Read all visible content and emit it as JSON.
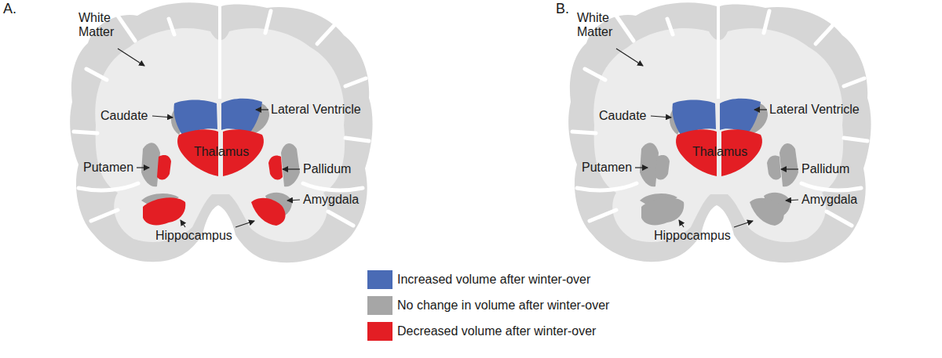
{
  "diagram": {
    "nodes": [
      {
        "text": [
          "Thalamus"
        ]
      },
      {
        "text": [
          "Thalamus"
        ]
      }
    ],
    "labels": [
      "A.",
      "White Matter",
      "Caudate",
      "Lateral Ventricle",
      "Putamen",
      "Pallidum",
      "Amygdala",
      "Hippocampus",
      "B.",
      "White Matter",
      "Caudate",
      "Lateral Ventricle",
      "Putamen",
      "Pallidum",
      "Amygdala",
      "Hippocampus"
    ],
    "legend": [
      {
        "text": "Increased volume after winter-over",
        "color": "#4a6bb5"
      },
      {
        "text": "No change in volume after winter-over",
        "color": "#a6a6a6"
      },
      {
        "text": "Decreased volume after winter-over",
        "color": "#e31e24"
      }
    ]
  }
}
